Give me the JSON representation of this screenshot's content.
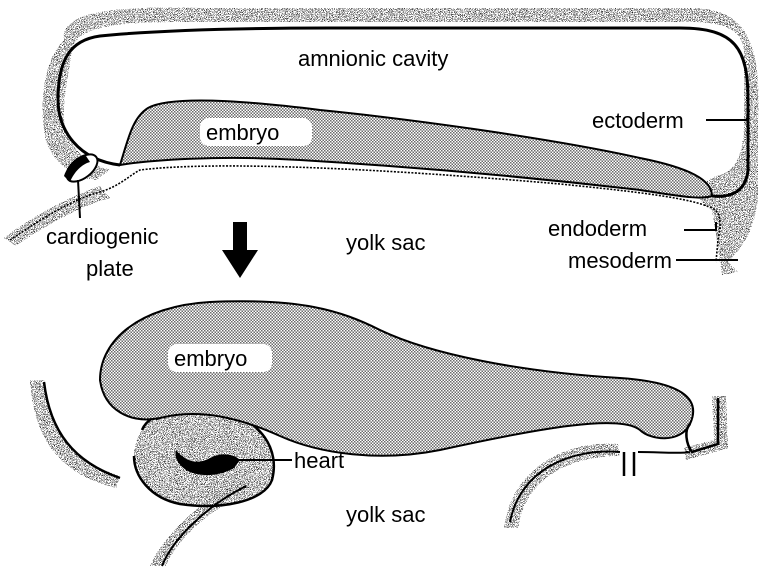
{
  "colors": {
    "outline": "#000000",
    "stipple": "#555555",
    "tissue_fill": "#bdbdbd",
    "background": "#ffffff"
  },
  "stage1": {
    "amnionic_cavity": "amnionic cavity",
    "embryo": "embryo",
    "ectoderm": "ectoderm",
    "endoderm": "endoderm",
    "mesoderm": "mesoderm",
    "yolk_sac": "yolk sac",
    "cardiogenic_line1": "cardiogenic",
    "cardiogenic_line2": "plate"
  },
  "arrow": {
    "direction": "down",
    "icon": "down-arrow-icon"
  },
  "stage2": {
    "embryo": "embryo",
    "heart": "heart",
    "yolk_sac": "yolk sac"
  }
}
